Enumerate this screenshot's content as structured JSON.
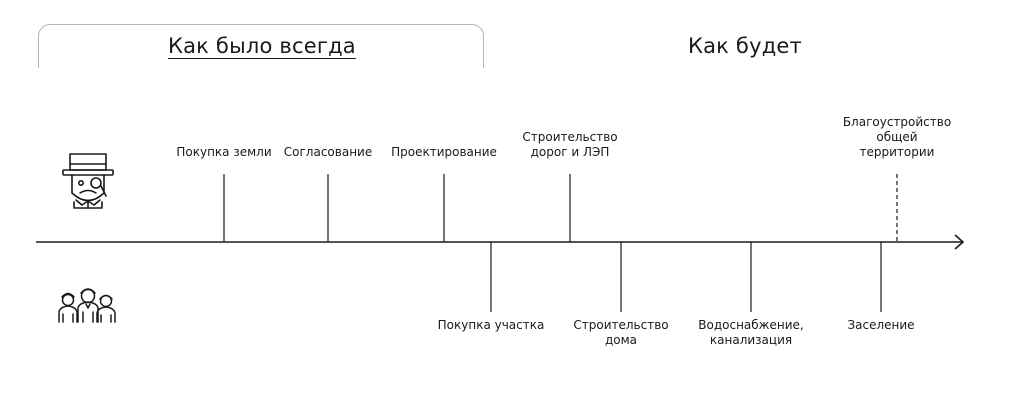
{
  "headings": {
    "always": "Как было всегда",
    "will_be": "Как будет"
  },
  "icons": {
    "top": "landowner-icon",
    "bottom": "residents-group-icon"
  },
  "colors": {
    "line": "#1a1a1a",
    "bracket": "#b5b5b5",
    "text": "#1a1a1a"
  },
  "timeline": {
    "upper": [
      {
        "id": "land",
        "label": "Покупка земли",
        "style": "solid"
      },
      {
        "id": "approval",
        "label": "Согласование",
        "style": "solid"
      },
      {
        "id": "design",
        "label": "Проектирование",
        "style": "solid"
      },
      {
        "id": "roads",
        "label": "Строительство\nдорог и ЛЭП",
        "style": "solid"
      },
      {
        "id": "landscaping",
        "label": "Благоустройство\nобщей\nтерритории",
        "style": "dashed"
      }
    ],
    "lower": [
      {
        "id": "plot",
        "label": "Покупка участка",
        "style": "solid"
      },
      {
        "id": "house",
        "label": "Строительство\nдома",
        "style": "solid"
      },
      {
        "id": "water",
        "label": "Водоснабжение,\nканализация",
        "style": "solid"
      },
      {
        "id": "settle",
        "label": "Заселение",
        "style": "solid"
      }
    ]
  }
}
